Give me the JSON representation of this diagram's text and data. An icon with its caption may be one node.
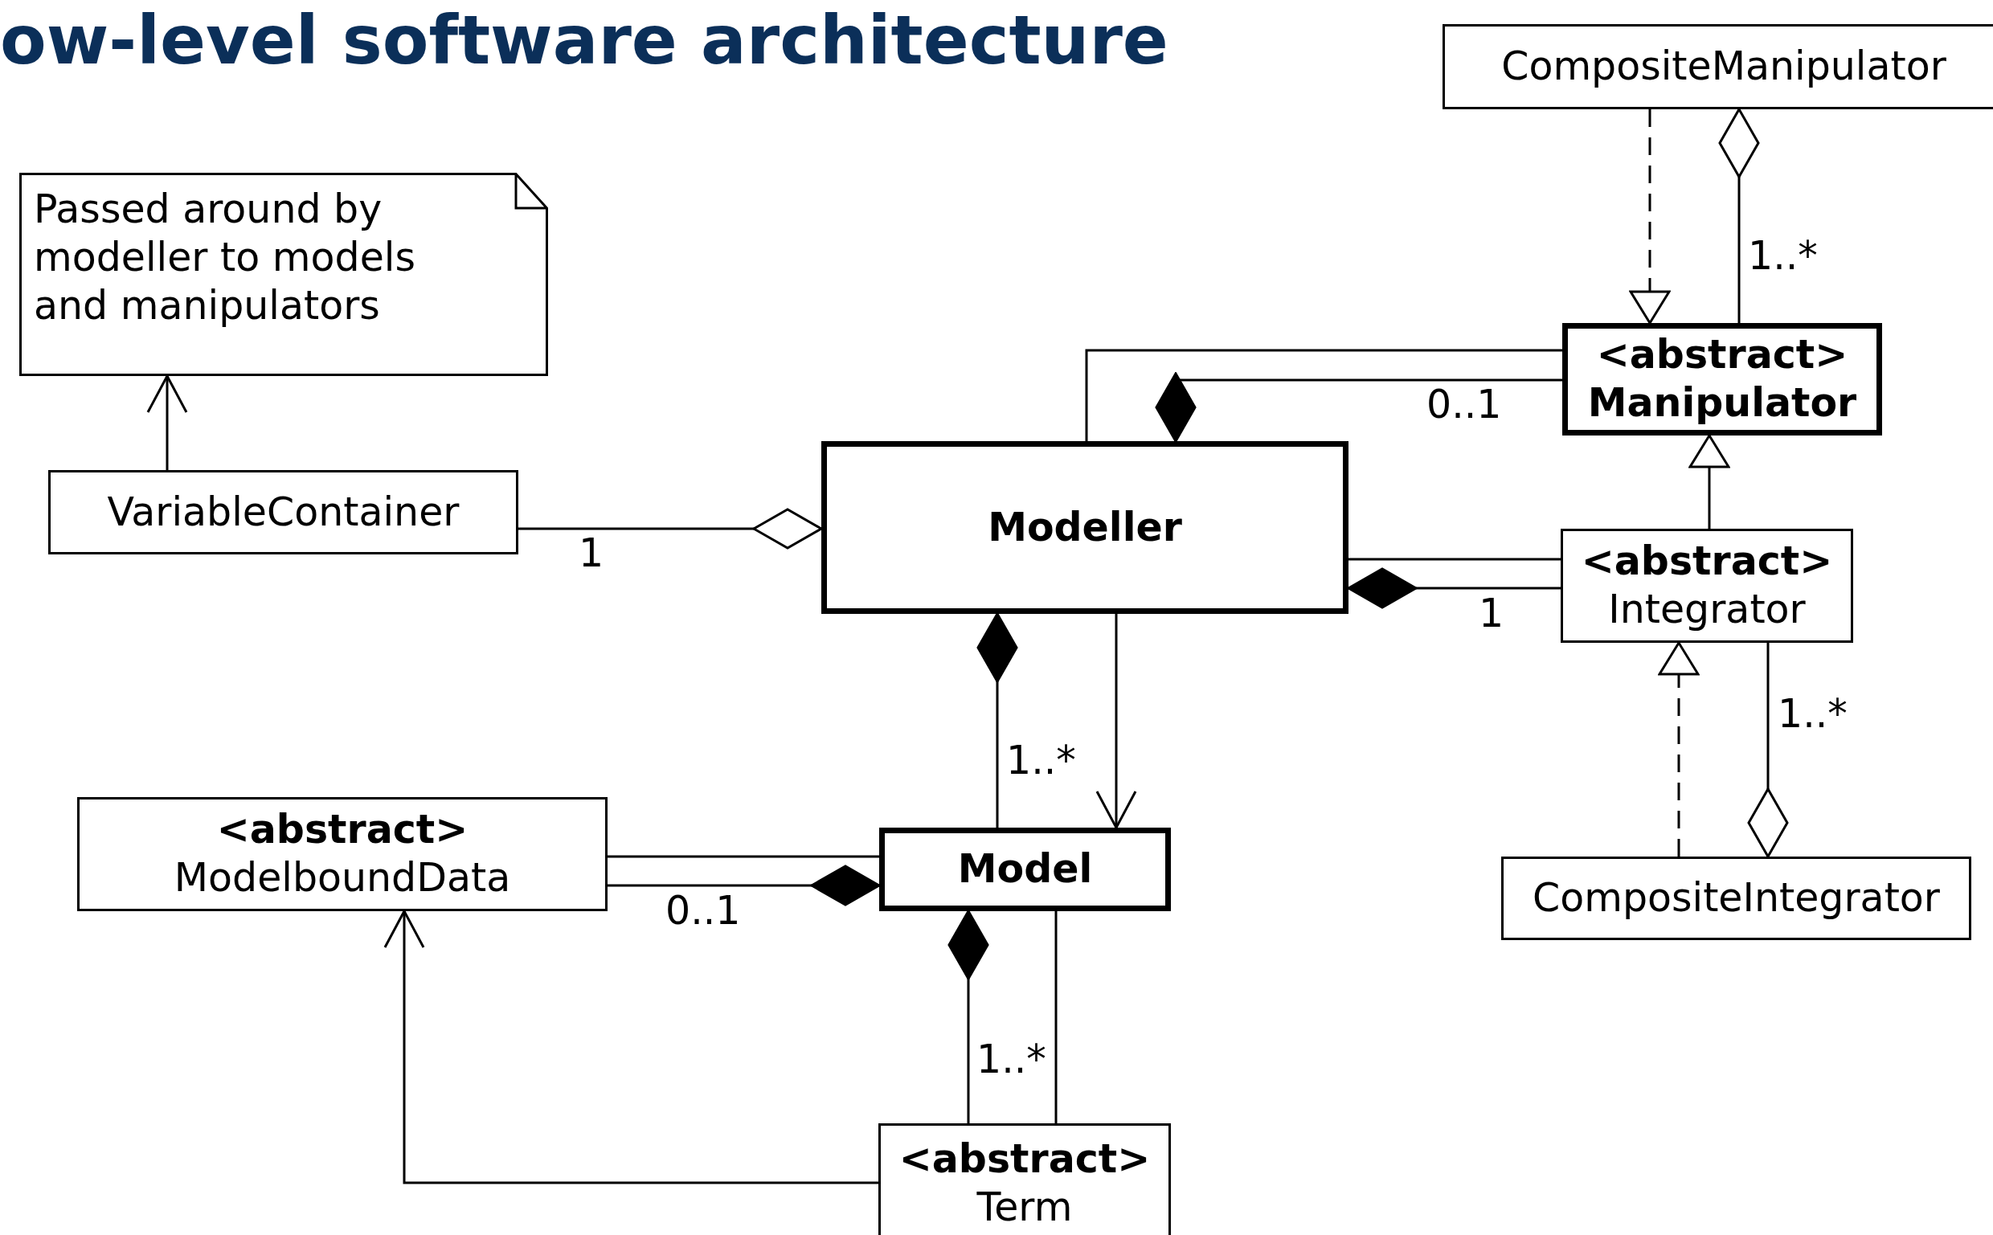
{
  "diagram": {
    "title": "ow-level software architecture",
    "nodes": [
      {
        "text": [
          "Passed around by modeller to models and manipulators"
        ]
      },
      {
        "text": [
          "VariableContainer"
        ]
      },
      {
        "text": [
          "CompositeManipulator"
        ]
      },
      {
        "text": [
          "<abstract>",
          "Manipulator"
        ]
      },
      {
        "text": [
          "Modeller"
        ]
      },
      {
        "text": [
          "<abstract>",
          "Integrator"
        ]
      },
      {
        "text": [
          "<abstract>",
          "ModelboundData"
        ]
      },
      {
        "text": [
          "Model"
        ]
      },
      {
        "text": [
          "CompositeIntegrator"
        ]
      },
      {
        "text": [
          "<abstract>",
          "Term"
        ]
      }
    ],
    "edges": [
      {
        "from": 1,
        "to": 0,
        "arrow": "to"
      },
      {
        "from": 1,
        "to": 4,
        "arrow": "other",
        "label": "1"
      },
      {
        "from": 2,
        "to": 3,
        "arrow": "to",
        "style": "dashed"
      },
      {
        "from": 3,
        "to": 2,
        "arrow": "other",
        "label": "1..*"
      },
      {
        "from": 4,
        "to": 3,
        "arrow": "none"
      },
      {
        "from": 3,
        "to": 4,
        "arrow": "other",
        "label": "0..1"
      },
      {
        "from": 5,
        "to": 3,
        "arrow": "to"
      },
      {
        "from": 4,
        "to": 5,
        "arrow": "none"
      },
      {
        "from": 5,
        "to": 4,
        "arrow": "other",
        "label": "1"
      },
      {
        "from": 8,
        "to": 5,
        "arrow": "to",
        "style": "dashed"
      },
      {
        "from": 5,
        "to": 8,
        "arrow": "other",
        "label": "1..*"
      },
      {
        "from": 4,
        "to": 7,
        "arrow": "to"
      },
      {
        "from": 7,
        "to": 4,
        "arrow": "other",
        "label": "1..*"
      },
      {
        "from": 6,
        "to": 7,
        "arrow": "none"
      },
      {
        "from": 6,
        "to": 7,
        "arrow": "other",
        "label": "0..1"
      },
      {
        "from": 7,
        "to": 9,
        "arrow": "none"
      },
      {
        "from": 9,
        "to": 7,
        "arrow": "other",
        "label": "1..*"
      },
      {
        "from": 9,
        "to": 6,
        "arrow": "to"
      }
    ]
  }
}
